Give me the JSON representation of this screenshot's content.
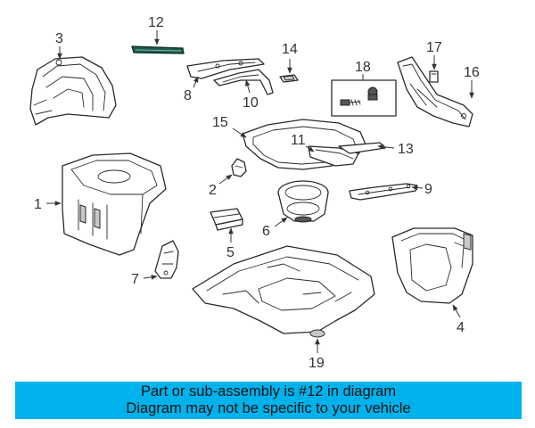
{
  "callouts": [
    "12",
    "3",
    "14",
    "17",
    "18",
    "16",
    "8",
    "10",
    "15",
    "11",
    "13",
    "2",
    "9",
    "1",
    "6",
    "5",
    "7",
    "4",
    "19"
  ],
  "banner": {
    "line1": "Part or sub-assembly is #12 in diagram",
    "line2": "Diagram may not be specific to your vehicle",
    "color": "#00b2ec"
  },
  "highlight_part": "12",
  "highlight_color": "#1e5c4e"
}
